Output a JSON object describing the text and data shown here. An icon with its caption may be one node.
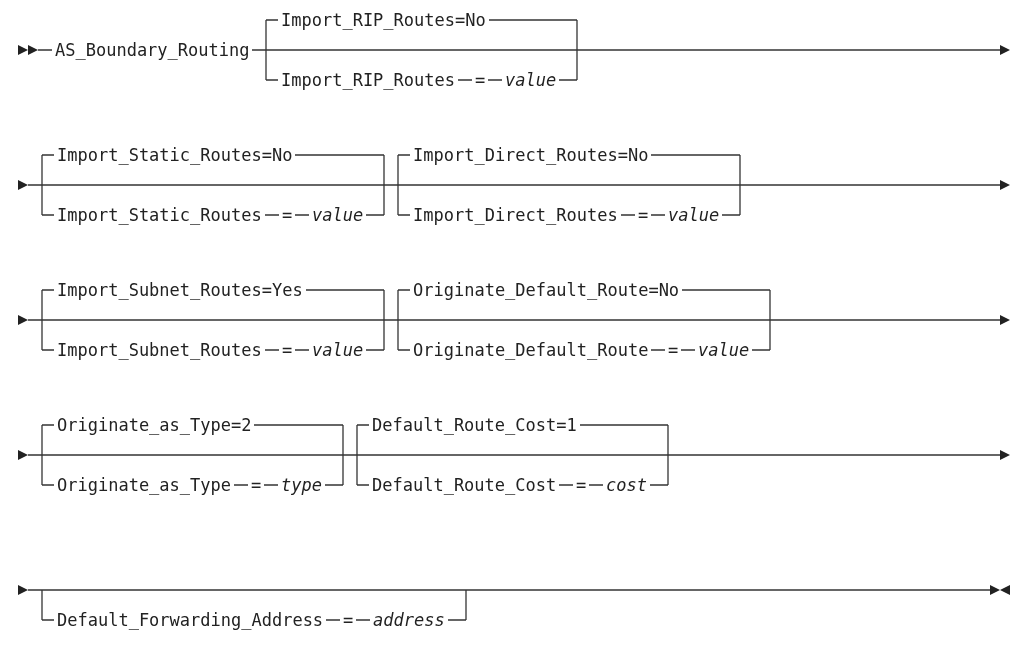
{
  "diagram": {
    "labels": [
      "AS_Boundary_Routing",
      "Import_RIP_Routes=No",
      "Import_RIP_Routes",
      "=",
      "value",
      "Import_Static_Routes=No",
      "Import_Direct_Routes=No",
      "Import_Static_Routes",
      "=",
      "value",
      "Import_Direct_Routes",
      "=",
      "value",
      "Import_Subnet_Routes=Yes",
      "Originate_Default_Route=No",
      "Import_Subnet_Routes",
      "=",
      "value",
      "Originate_Default_Route",
      "=",
      "value",
      "Originate_as_Type=2",
      "Default_Route_Cost=1",
      "Originate_as_Type",
      "=",
      "type",
      "Default_Route_Cost",
      "=",
      "cost",
      "Default_Forwarding_Address",
      "=",
      "address"
    ]
  }
}
